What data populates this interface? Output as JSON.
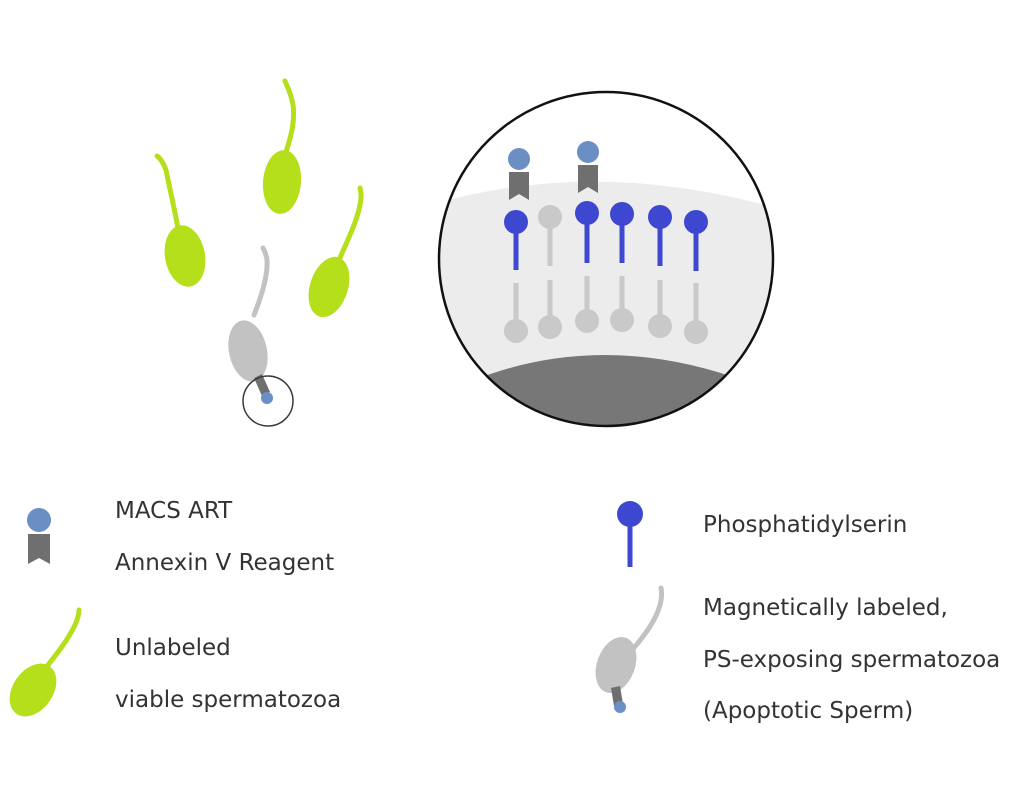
{
  "legend": {
    "reagent": {
      "line1": "MACS ART",
      "line2": "Annexin V Reagent",
      "icon": "annexin-reagent-icon"
    },
    "unlabeled": {
      "line1": "Unlabeled",
      "line2": "viable spermatozoa",
      "icon": "viable-sperm-icon"
    },
    "ps": {
      "line1": "Phosphatidylserin",
      "icon": "phosphatidylserine-icon"
    },
    "labeled": {
      "line1": "Magnetically labeled,",
      "line2": "PS-exposing spermatozoa",
      "line3": "(Apoptotic Sperm)",
      "icon": "apoptotic-sperm-icon"
    }
  },
  "colors": {
    "viable_sperm": "#b5df1a",
    "apoptotic_sperm": "#c2c2c2",
    "annexin_bead": "#6b8fc5",
    "annexin_stem": "#6f6f6f",
    "phosphatidylserine": "#3d47cf",
    "lipid_gray": "#c9c9c9",
    "membrane_fill": "#ececec",
    "cytoplasm": "#777777"
  }
}
